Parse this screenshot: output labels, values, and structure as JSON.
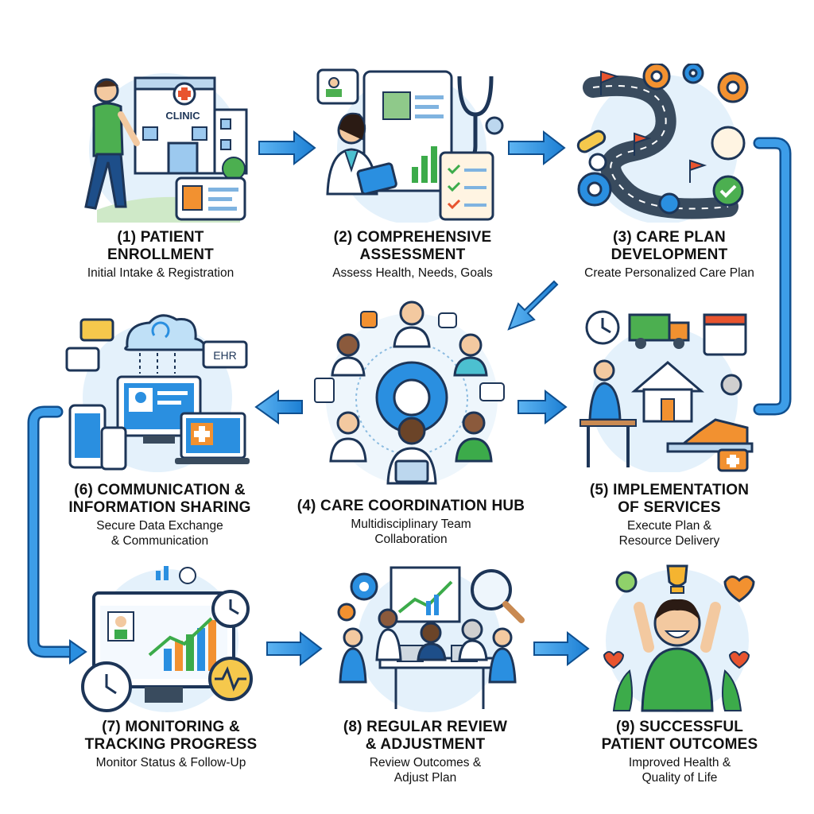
{
  "steps": [
    {
      "title": "(1) PATIENT\nENROLLMENT",
      "subtitle": "Initial Intake & Registration",
      "badge": "CLINIC"
    },
    {
      "title": "(2) COMPREHENSIVE\nASSESSMENT",
      "subtitle": "Assess Health, Needs, Goals"
    },
    {
      "title": "(3) CARE PLAN\nDEVELOPMENT",
      "subtitle": "Create Personalized Care Plan"
    },
    {
      "title": "(4) CARE COORDINATION HUB",
      "subtitle": "Multidisciplinary Team\nCollaboration"
    },
    {
      "title": "(5) IMPLEMENTATION\nOF SERVICES",
      "subtitle": "Execute Plan &\nResource Delivery"
    },
    {
      "title": "(6) COMMUNICATION &\nINFORMATION SHARING",
      "subtitle": "Secure Data Exchange\n& Communication",
      "badge": "EHR"
    },
    {
      "title": "(7) MONITORING &\nTRACKING PROGRESS",
      "subtitle": "Monitor Status & Follow-Up"
    },
    {
      "title": "(8) REGULAR REVIEW\n& ADJUSTMENT",
      "subtitle": "Review Outcomes &\nAdjust Plan"
    },
    {
      "title": "(9) SUCCESSFUL\nPATIENT OUTCOMES",
      "subtitle": "Improved Health &\nQuality of Life"
    }
  ],
  "colors": {
    "arrow": "#2a8fe0",
    "arrow_dark": "#1565b5",
    "bubble": "#e4f1fb",
    "green": "#3cab4a",
    "orange": "#f29130",
    "navy": "#1d3557",
    "skin": "#f3c9a0"
  },
  "icons": {
    "step1": "clinic-building-walking-patient-icon",
    "step2": "clipboard-stethoscope-doctor-icon",
    "step3": "roadmap-gears-pills-icon",
    "step4": "team-gear-hub-icon",
    "step5": "home-care-delivery-icon",
    "step6": "cloud-ehr-devices-icon",
    "step7": "monitor-chart-clock-icon",
    "step8": "team-meeting-review-icon",
    "step9": "happy-patient-trophy-icon"
  }
}
